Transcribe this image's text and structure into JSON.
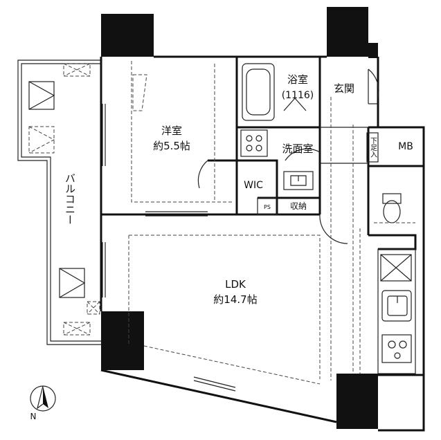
{
  "rooms": {
    "western_room_name": "洋室",
    "western_room_size": "約5.5帖",
    "bathroom_name": "浴室",
    "bathroom_size": "(1116)",
    "entrance": "玄関",
    "washroom": "洗面室",
    "wic": "WIC",
    "storage": "収納",
    "ps": "PS",
    "shoe_storage": "下足入",
    "mb": "MB",
    "ldk_name": "LDK",
    "ldk_size": "約14.7帖",
    "balcony": "バルコニー"
  },
  "compass": {
    "north_label": "N"
  }
}
